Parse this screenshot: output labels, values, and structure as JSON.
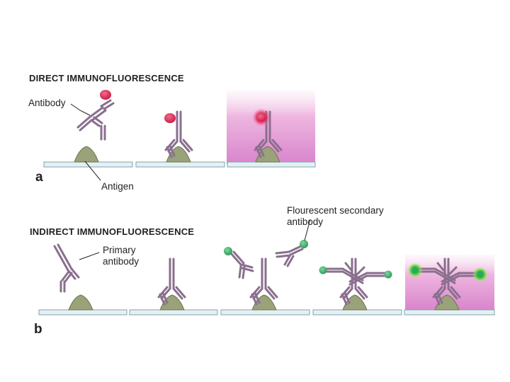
{
  "panel_a": {
    "title": "DIRECT IMMUNOFLUORESCENCE",
    "letter": "a",
    "label_antibody": "Antibody",
    "label_antigen": "Antigen"
  },
  "panel_b": {
    "title": "INDIRECT IMMUNOFLUORESCENCE",
    "letter": "b",
    "label_primary_line1": "Primary",
    "label_primary_line2": "antibody",
    "label_secondary_line1": "Flourescent secondary",
    "label_secondary_line2": "antibody"
  },
  "colors": {
    "antibody": "#8a6f8e",
    "antibody_outline": "#6b5470",
    "antigen": "#9aa27a",
    "slide_fill": "#e6f0f3",
    "slide_stroke": "#7fa3b0",
    "red_fluorophore": "#d6244e",
    "green_fluorophore": "#3fae6a",
    "glow_background": "#d884cc"
  }
}
